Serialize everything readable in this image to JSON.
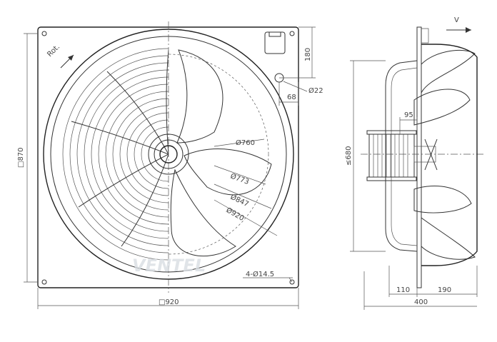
{
  "front_view": {
    "rotation_label": "Rot.",
    "dims": {
      "flange_width": "□920",
      "flange_height": "□870",
      "d760": "Ø760",
      "d773": "Ø773",
      "d847": "Ø847",
      "d920": "Ø920",
      "holes": "4-Ø14.5",
      "box_offset": "180",
      "conduit_offset": "68",
      "conduit_dia": "Ø22"
    }
  },
  "side_view": {
    "airflow_label": "V",
    "dims": {
      "guard_dia": "≤680",
      "motor_offset": "95",
      "dim_110": "110",
      "dim_190": "190",
      "depth": "400"
    }
  },
  "watermark": "VENTEL"
}
